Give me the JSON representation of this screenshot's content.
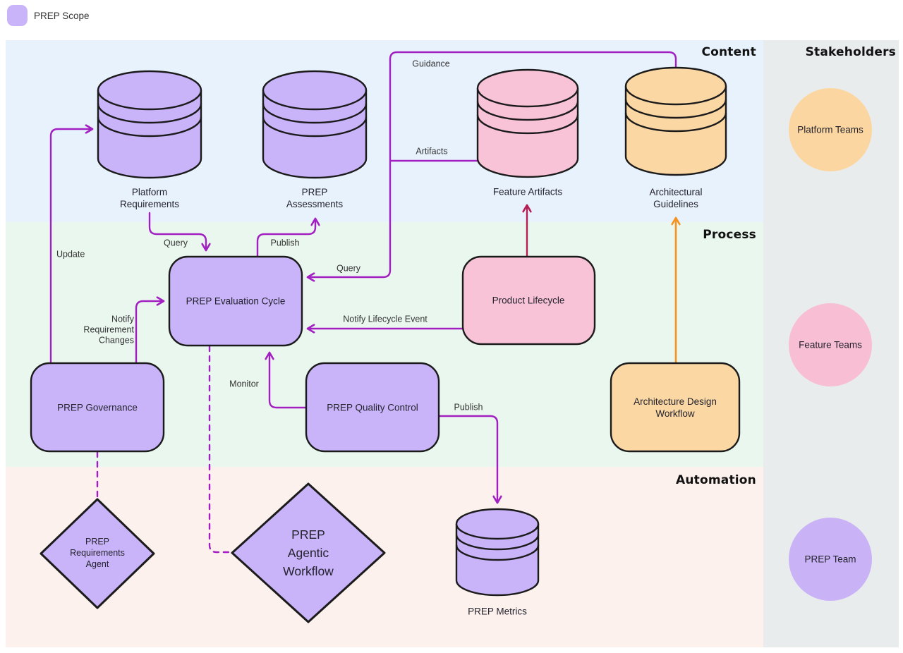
{
  "legend": {
    "label": "PREP Scope",
    "swatch_color": "#c9b3f9"
  },
  "lanes": {
    "content": "Content",
    "process": "Process",
    "automation": "Automation",
    "stakeholders": "Stakeholders"
  },
  "nodes": {
    "platform_requirements": "Platform\nRequirements",
    "prep_assessments": "PREP\nAssessments",
    "feature_artifacts": "Feature Artifacts",
    "architectural_guidelines": "Architectural\nGuidelines",
    "prep_evaluation_cycle": "PREP Evaluation Cycle",
    "product_lifecycle": "Product Lifecycle",
    "prep_governance": "PREP Governance",
    "prep_quality_control": "PREP Quality Control",
    "architecture_design_workflow": "Architecture Design\nWorkflow",
    "prep_requirements_agent": "PREP\nRequirements\nAgent",
    "prep_agentic_workflow": "PREP\nAgentic\nWorkflow",
    "prep_metrics": "PREP Metrics"
  },
  "stakeholders": {
    "platform_teams": "Platform Teams",
    "feature_teams": "Feature Teams",
    "prep_team": "PREP Team"
  },
  "edges": {
    "update": "Update",
    "query_requirements": "Query",
    "publish_assessments": "Publish",
    "guidance": "Guidance",
    "artifacts": "Artifacts",
    "query_artifacts": "Query",
    "notify_lifecycle_event": "Notify Lifecycle Event",
    "notify_requirement_changes": "Notify\nRequirement\nChanges",
    "monitor": "Monitor",
    "publish_metrics": "Publish"
  },
  "colors": {
    "purple_fill": "#c9b3f9",
    "pink_fill": "#f8c3d7",
    "orange_fill": "#fbd7a4",
    "edge_purple": "#a220c2",
    "edge_crimson": "#b51e54",
    "edge_orange": "#f5921e",
    "content_band": "#e8f2fd",
    "process_band": "#eaf7ee",
    "automation_band": "#fdf1ee",
    "stakeholder_band": "#e9eced"
  }
}
